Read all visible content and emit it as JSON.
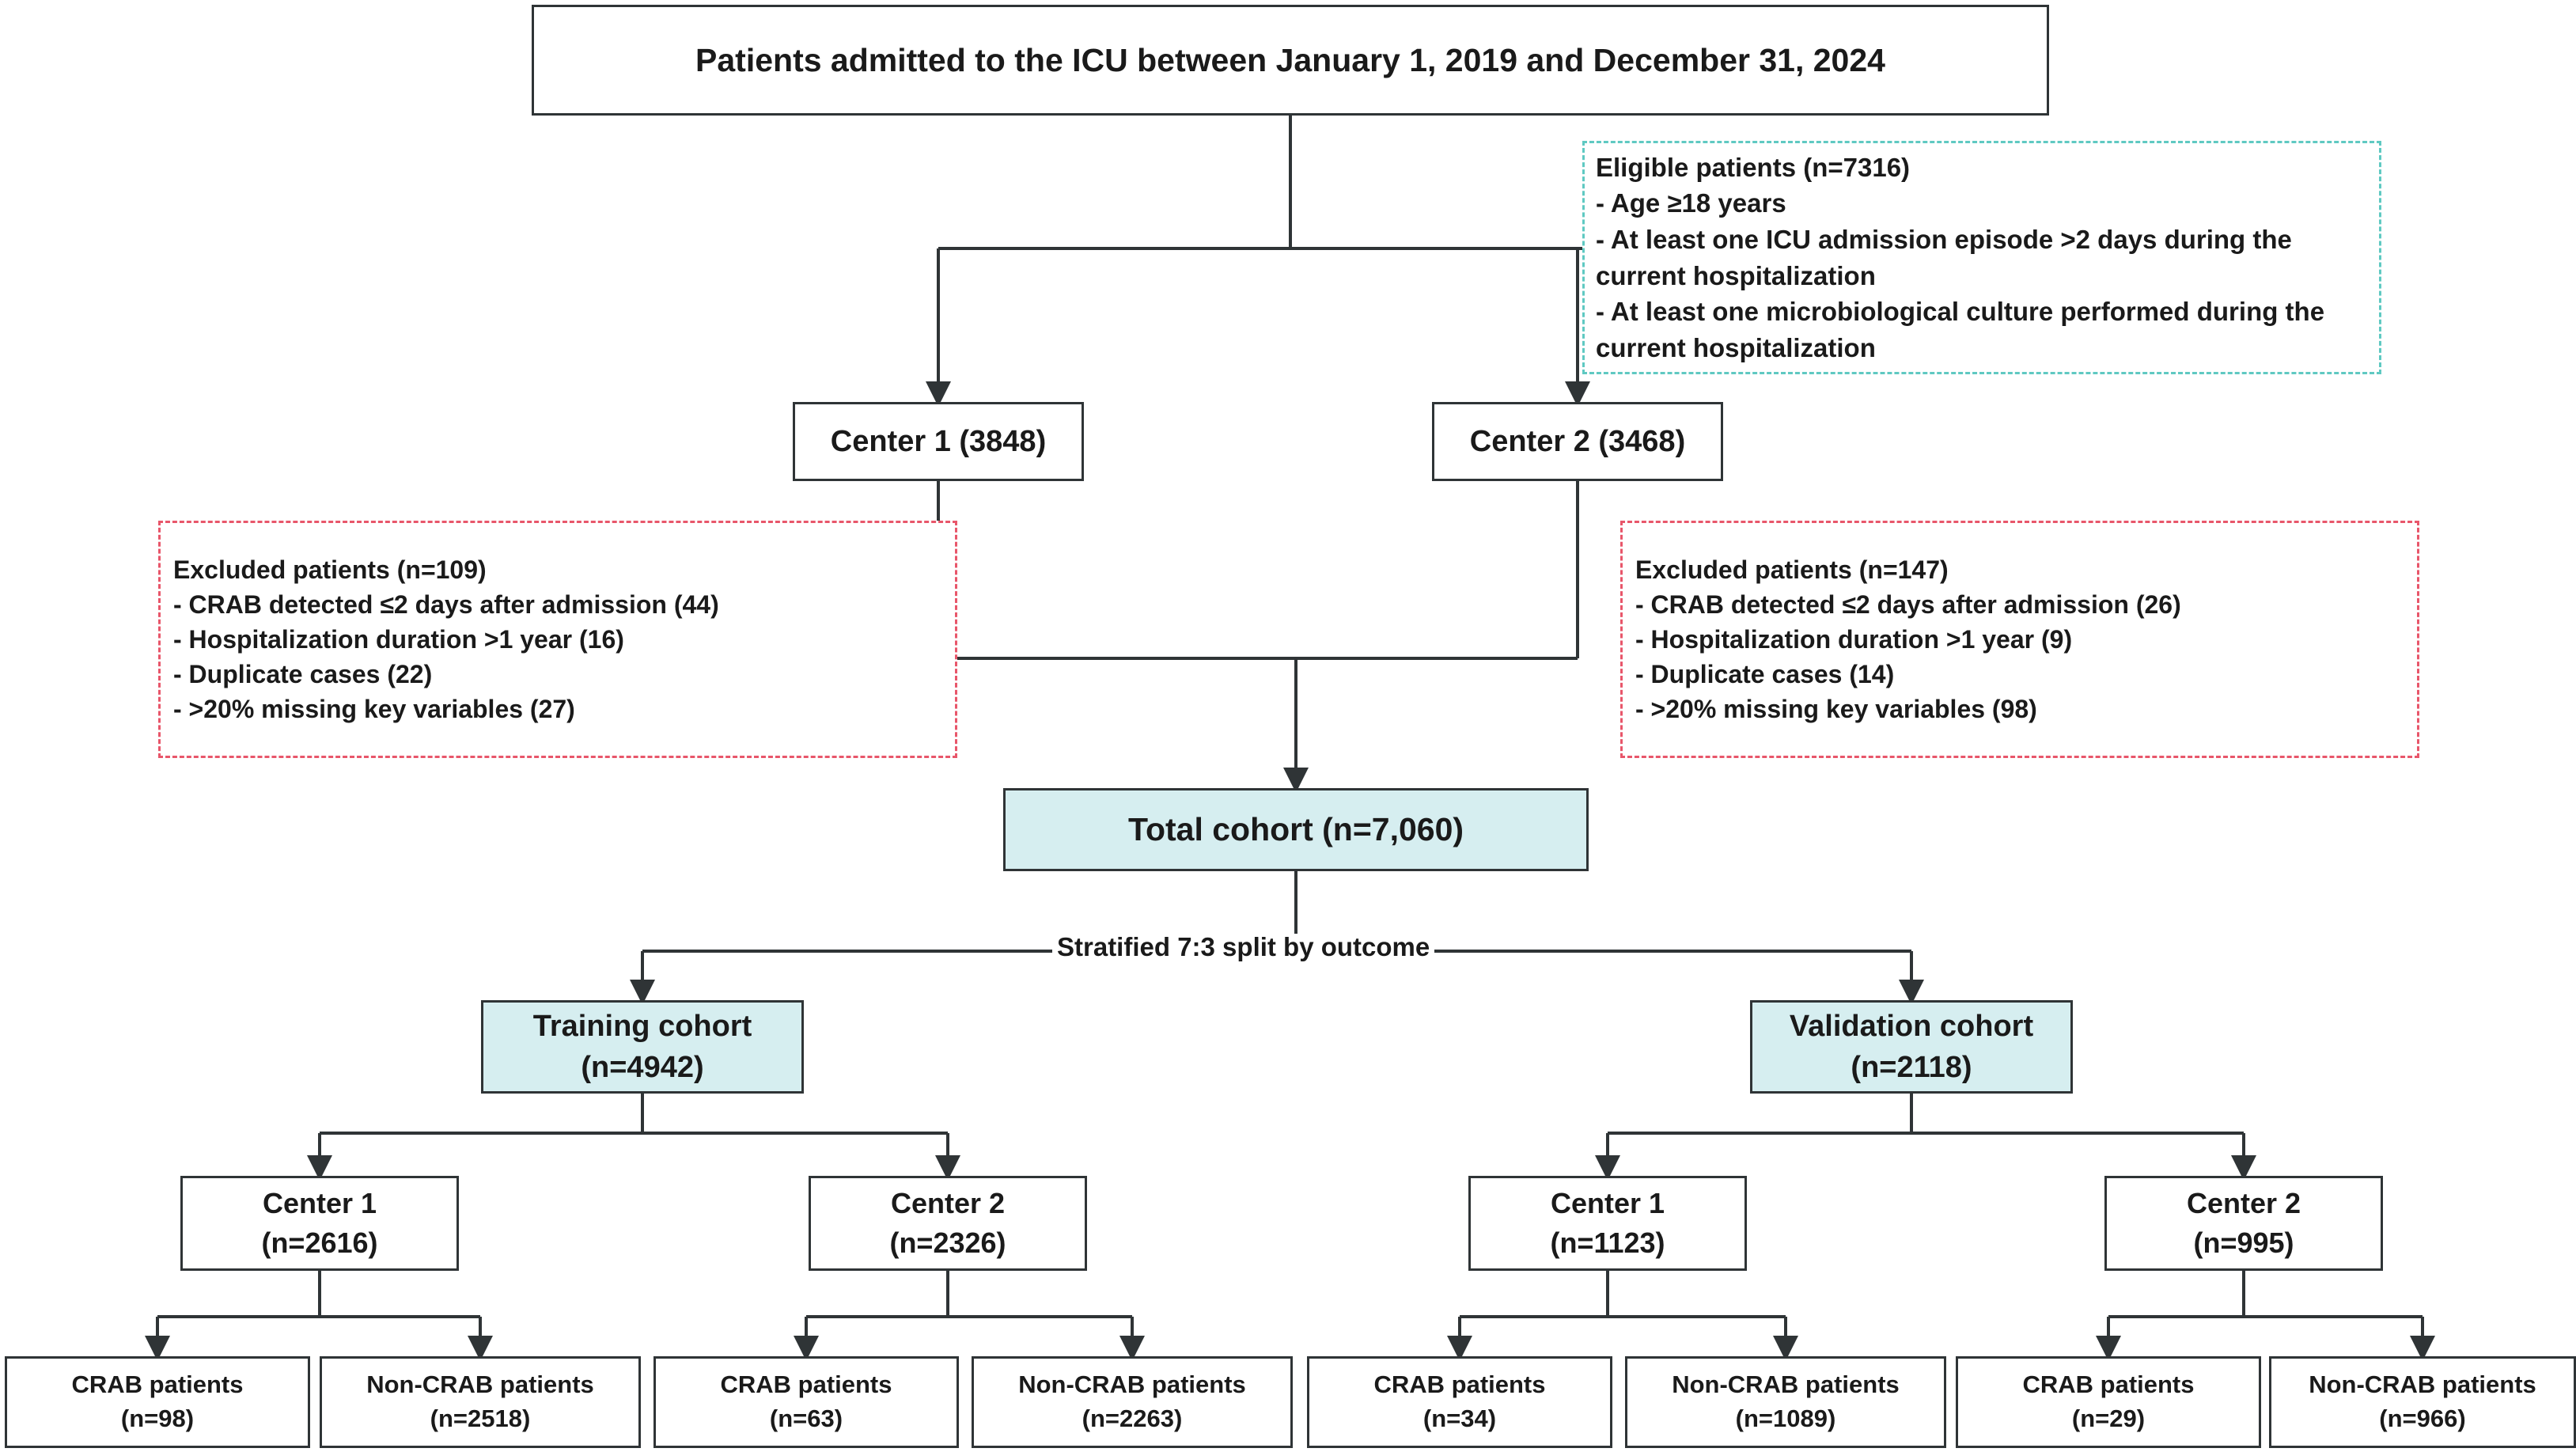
{
  "diagram": {
    "title_text": "Patients admitted to the ICU between January 1, 2019 and December 31, 2024",
    "colors": {
      "box_border": "#2f3436",
      "teal_fill": "#d6eef0",
      "dashed_red": "#e8566a",
      "dashed_teal": "#5fc9c2",
      "text": "#1a1a1a",
      "connector": "#2f3436"
    }
  },
  "nodes": {
    "admitted": {
      "label": "Patients admitted to the ICU between January 1, 2019 and December 31, 2024"
    },
    "eligible": {
      "heading": "Eligible patients (n=7316)",
      "criteria": [
        "- Age ≥18 years",
        "- At least one ICU admission episode >2 days during the current hospitalization",
        "- At least one microbiological culture performed during the current hospitalization"
      ]
    },
    "center1_top": {
      "label": "Center 1 (3848)"
    },
    "center2_top": {
      "label": "Center 2 (3468)"
    },
    "excluded_1": {
      "heading": "Excluded patients (n=109)",
      "reasons": [
        "- CRAB detected ≤2 days after admission (44)",
        "- Hospitalization duration >1 year (16)",
        "- Duplicate cases (22)",
        "- >20% missing key variables (27)"
      ]
    },
    "excluded_2": {
      "heading": "Excluded patients (n=147)",
      "reasons": [
        "- CRAB detected ≤2 days after admission (26)",
        "- Hospitalization duration >1 year (9)",
        "- Duplicate cases (14)",
        "- >20% missing key variables (98)"
      ]
    },
    "total_cohort": {
      "label": "Total cohort (n=7,060)"
    },
    "split_label": {
      "label": "Stratified 7:3 split by outcome"
    },
    "training": {
      "line1": "Training cohort",
      "line2": "(n=4942)"
    },
    "validation": {
      "line1": "Validation cohort",
      "line2": "(n=2118)"
    },
    "tr_center1": {
      "line1": "Center 1",
      "line2": "(n=2616)"
    },
    "tr_center2": {
      "line1": "Center 2",
      "line2": "(n=2326)"
    },
    "va_center1": {
      "line1": "Center 1",
      "line2": "(n=1123)"
    },
    "va_center2": {
      "line1": "Center 2",
      "line2": "(n=995)"
    },
    "leaves": [
      {
        "line1": "CRAB patients",
        "line2": "(n=98)"
      },
      {
        "line1": "Non-CRAB patients",
        "line2": "(n=2518)"
      },
      {
        "line1": "CRAB patients",
        "line2": "(n=63)"
      },
      {
        "line1": "Non-CRAB patients",
        "line2": "(n=2263)"
      },
      {
        "line1": "CRAB patients",
        "line2": "(n=34)"
      },
      {
        "line1": "Non-CRAB patients",
        "line2": "(n=1089)"
      },
      {
        "line1": "CRAB patients",
        "line2": "(n=29)"
      },
      {
        "line1": "Non-CRAB patients",
        "line2": "(n=966)"
      }
    ]
  },
  "flow_data": {
    "type": "flowchart",
    "description": "CONSORT-style patient selection flow diagram for a CRAB prediction study across two ICU centers",
    "source_total": 7316,
    "centers": {
      "center1_screened": 3848,
      "center2_screened": 3468
    },
    "exclusions": {
      "center1_total": 109,
      "center2_total": 147
    },
    "final_cohort": 7060,
    "split": {
      "ratio": "7:3",
      "method": "stratified by outcome",
      "training": 4942,
      "validation": 2118
    },
    "training_breakdown": {
      "center1": 2616,
      "center2": 2326
    },
    "validation_breakdown": {
      "center1": 1123,
      "center2": 995
    },
    "outcomes": {
      "training_center1": {
        "crab": 98,
        "non_crab": 2518
      },
      "training_center2": {
        "crab": 63,
        "non_crab": 2263
      },
      "validation_center1": {
        "crab": 34,
        "non_crab": 1089
      },
      "validation_center2": {
        "crab": 29,
        "non_crab": 966
      }
    }
  }
}
